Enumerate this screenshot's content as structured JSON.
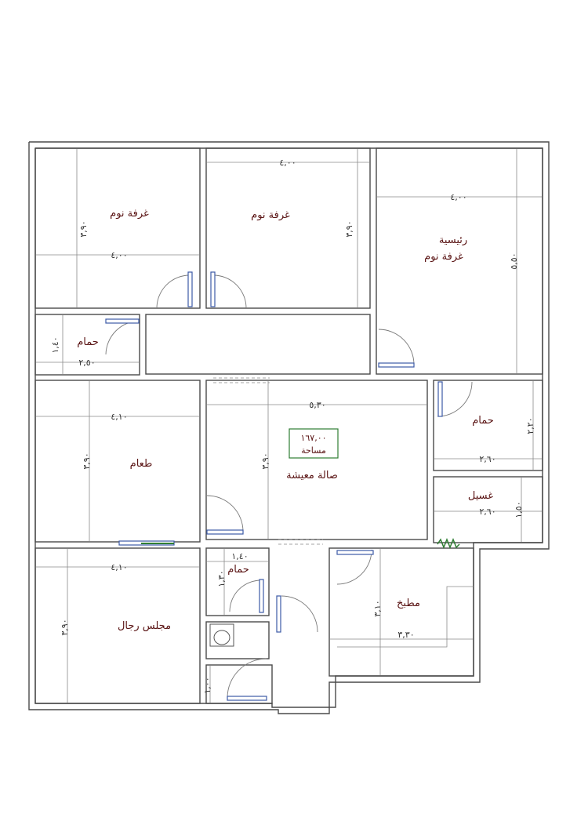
{
  "rooms": {
    "bedroom1": "غرفة نوم",
    "bedroom2": "غرفة نوم",
    "master_line1": "رئيسية",
    "master_line2": "غرفة نوم",
    "bath_left": "حمام",
    "bath_right": "حمام",
    "dining": "طعام",
    "living": "صالة معيشة",
    "laundry": "غسيل",
    "kitchen": "مطبخ",
    "majlis": "مجلس رجال",
    "bath_small": "حمام"
  },
  "area": {
    "value": "١٦٧,٠٠",
    "label": "مساحة"
  },
  "dimensions": {
    "bed1_h": "٣,٩٠",
    "bed1_w": "٤,٠٠",
    "bed2_w": "٤,٠٠",
    "bed2_h": "٣,٩٠",
    "master_w": "٤,٠٠",
    "master_h": "٥,٥٠",
    "bath_left_h": "١,٤٠",
    "bath_left_w": "٢,٥٠",
    "dining_w": "٤,١٠",
    "dining_h": "٣,٩٠",
    "living_w": "٥,٣٠",
    "living_h": "٣,٩٠",
    "bath_right_w": "٢,٦٠",
    "bath_right_h": "٢,٢٠",
    "laundry_w": "٢,٦٠",
    "laundry_h": "١,٥٠",
    "majlis_w": "٤,١٠",
    "majlis_h": "٣,٩٠",
    "bath_small_w": "١,٤٠",
    "bath_small_h": "١,٣٠",
    "corridor_h": "١,٠٠",
    "kitchen_h": "٣,١٠",
    "kitchen_w": "٣,٣٠"
  }
}
